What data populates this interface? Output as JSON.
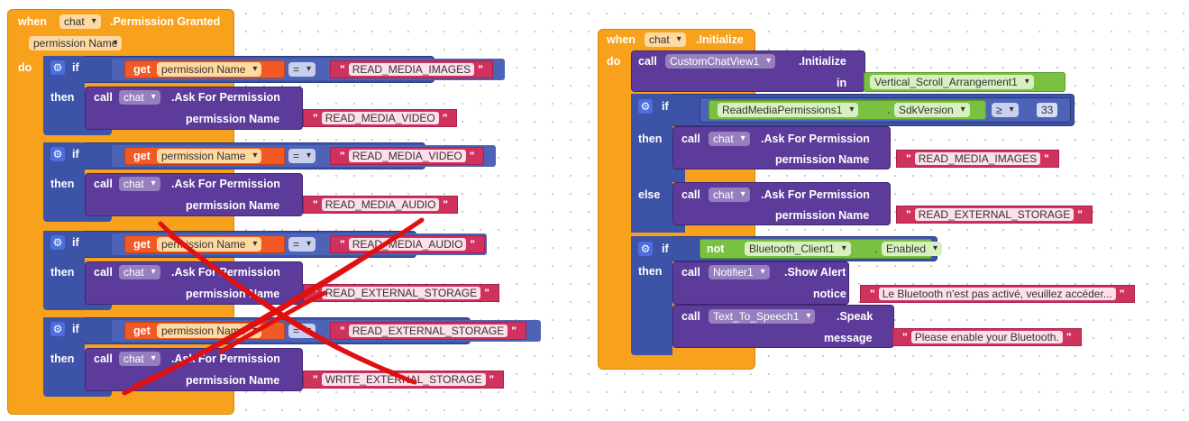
{
  "colors": {
    "event": "#f8a11c",
    "call": "#5c3b9b",
    "logic": "#3d53a8",
    "text": "#d0325e",
    "variable": "#f15a24",
    "component": "#7ac142",
    "scribble": "#e01010"
  },
  "left": {
    "when": "when",
    "component": "chat",
    "event": ".Permission Granted",
    "param": "permission Name",
    "do": "do",
    "if_label": "if",
    "then_label": "then",
    "call_label": "call",
    "get_label": "get",
    "method": ".Ask For Permission",
    "arg": "permission Name",
    "eq": "=",
    "blocks": [
      {
        "cond": "READ_MEDIA_IMAGES",
        "ask": "READ_MEDIA_VIDEO"
      },
      {
        "cond": "READ_MEDIA_VIDEO",
        "ask": "READ_MEDIA_AUDIO"
      },
      {
        "cond": "READ_MEDIA_AUDIO",
        "ask": "READ_EXTERNAL_STORAGE"
      },
      {
        "cond": "READ_EXTERNAL_STORAGE",
        "ask": "WRITE_EXTERNAL_STORAGE"
      }
    ]
  },
  "right": {
    "when": "when",
    "component": "chat",
    "event": ".Initialize",
    "do": "do",
    "call": "call",
    "init_comp": "CustomChatView1",
    "init_method": ".Initialize",
    "in": "in",
    "arrangement": "Vertical_Scroll_Arrangement1",
    "if": "if",
    "then": "then",
    "else": "else",
    "sdk_comp": "ReadMediaPermissions1",
    "sdk_prop": "SdkVersion",
    "op": "≥",
    "sdk_value": "33",
    "chat": "chat",
    "ask": ".Ask For Permission",
    "perm": "permission Name",
    "perm_then": "READ_MEDIA_IMAGES",
    "perm_else": "READ_EXTERNAL_STORAGE",
    "not": "not",
    "bt_comp": "Bluetooth_Client1",
    "bt_prop": "Enabled",
    "notifier": "Notifier1",
    "alert": ".Show Alert",
    "notice": "notice",
    "alert_text": "Le Bluetooth n'est pas activé, veuillez accéder...",
    "tts": "Text_To_Speech1",
    "speak": ".Speak",
    "message": "message",
    "speak_text": "Please enable your Bluetooth."
  }
}
